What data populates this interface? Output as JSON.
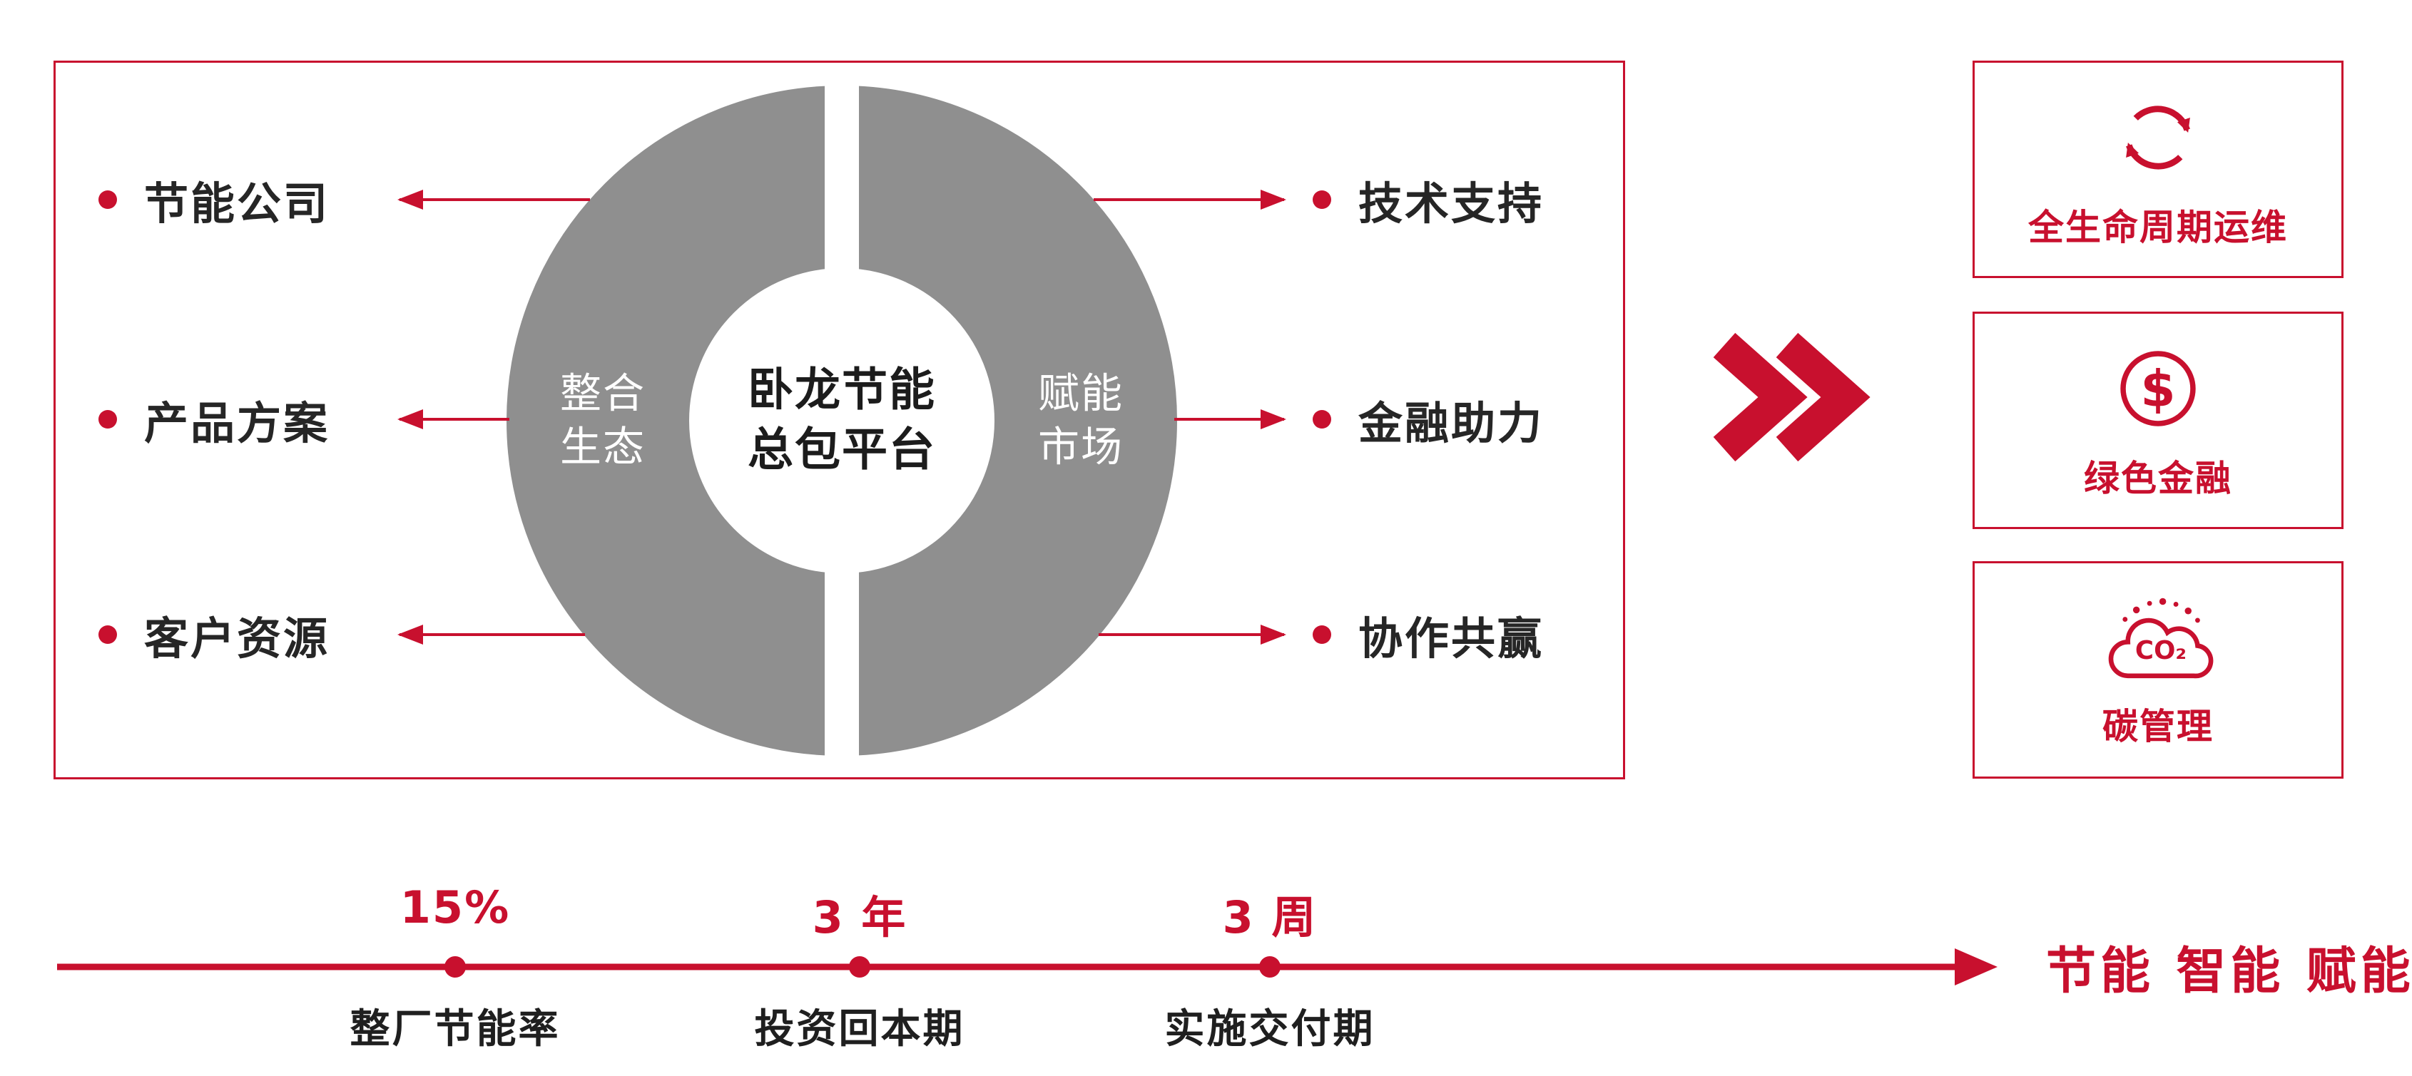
{
  "colors": {
    "accent_red": "#c8102e",
    "donut_gray": "#8f8f8f",
    "text_dark": "#262626"
  },
  "platform": {
    "center_label": "卧龙节能\n总包平台",
    "left_ring_label": "整合\n生态",
    "right_ring_label": "赋能\n市场",
    "left_items": [
      "节能公司",
      "产品方案",
      "客户资源"
    ],
    "right_items": [
      "技术支持",
      "金融助力",
      "协作共赢"
    ]
  },
  "outcomes": [
    {
      "icon": "lifecycle-refresh-icon",
      "label": "全生命周期运维"
    },
    {
      "icon": "dollar-circle-icon",
      "label": "绿色金融",
      "icon_text": "$"
    },
    {
      "icon": "co2-cloud-icon",
      "label": "碳管理",
      "icon_text": "CO₂"
    }
  ],
  "timeline": {
    "milestones": [
      {
        "value": "15%",
        "label": "整厂节能率"
      },
      {
        "value": "3 年",
        "label": "投资回本期"
      },
      {
        "value": "3 周",
        "label": "实施交付期"
      }
    ],
    "slogan": "节能 智能 赋能"
  }
}
